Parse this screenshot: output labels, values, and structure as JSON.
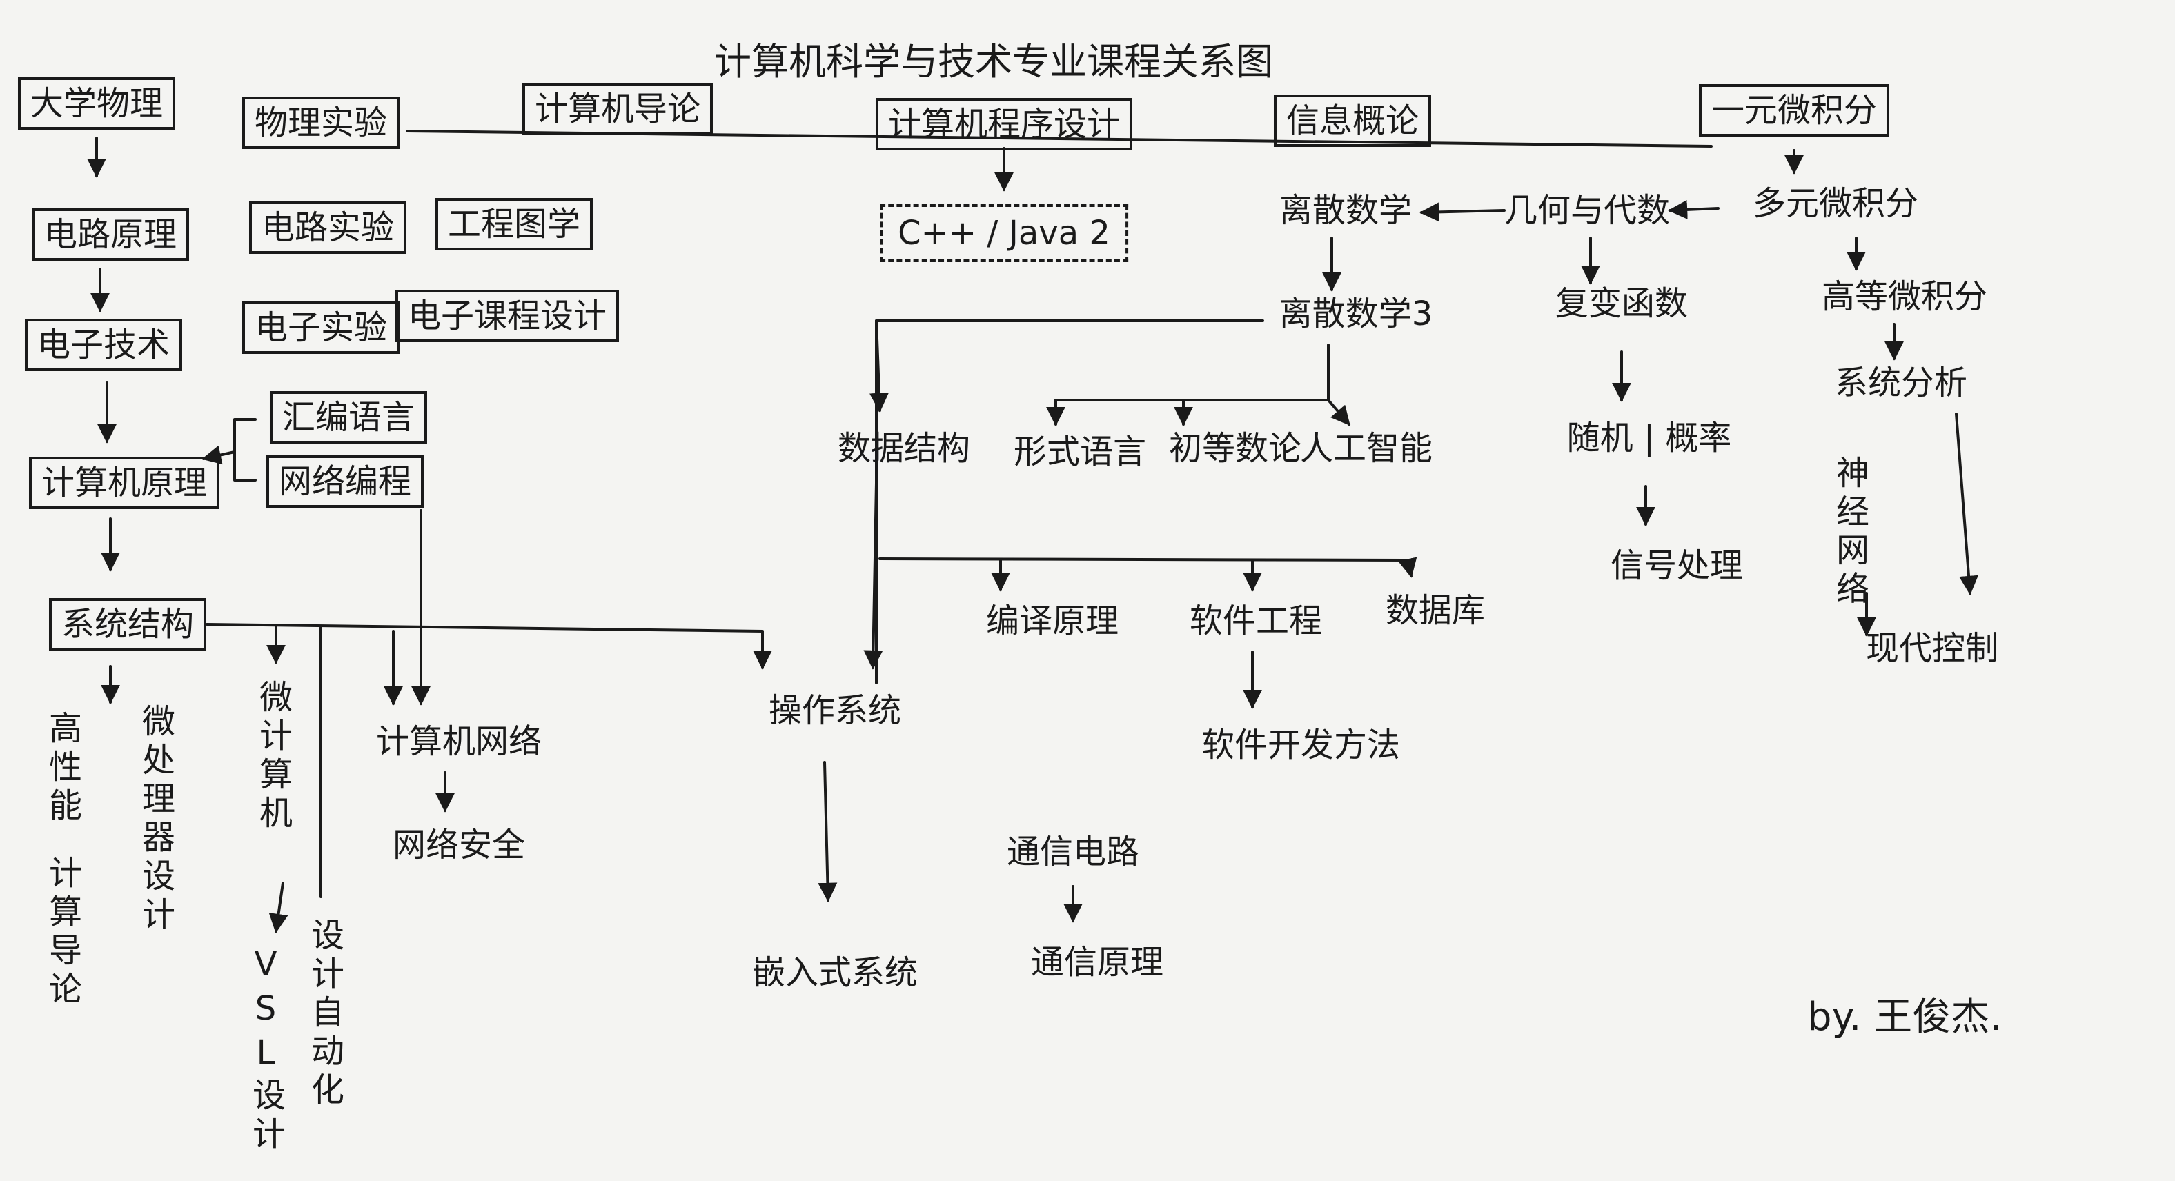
{
  "title": "计算机科学与技术专业课程关系图",
  "signature": "by. 王俊杰.",
  "nodes": {
    "daxue_wuli": "大学物理",
    "wuli_shiyan": "物理实验",
    "jisuanji_daolun": "计算机导论",
    "chengxu_sheji": "计算机程序设计",
    "xinxi_gailun": "信息概论",
    "yiyuan_weijifen": "一元微积分",
    "dianlu_yuanli": "电路原理",
    "dianlu_shiyan": "电路实验",
    "gongcheng_tuxue": "工程图学",
    "dianzi_jishu": "电子技术",
    "dianzi_shiyan": "电子实验",
    "dianzi_kecheng_sheji": "电子课程设计",
    "huibian_yuyan": "汇编语言",
    "wangluo_biancheng": "网络编程",
    "jisuanji_yuanli": "计算机原理",
    "xitong_jiegou": "系统结构",
    "cpp_java": "C++ / Java 2",
    "lisan_shuxue": "离散数学",
    "lisan_shuxue3": "离散数学3",
    "jihe_daishu": "几何与代数",
    "duoyuan_weijifen": "多元微积分",
    "fubian_hanshu": "复变函数",
    "gaodeng_weijifen": "高等微积分",
    "xitong_fenxi": "系统分析",
    "shuju_jiegou": "数据结构",
    "xingshi_yuyan": "形式语言",
    "chudeng_shulun": "初等数论",
    "rengong_zhineng": "人工智能",
    "suiji_gailv": "随机 | 概率",
    "xinhao_chuli": "信号处理",
    "shenjing_wangluo": "神经网络",
    "xiandai_kongzhi": "现代控制",
    "bianyi_yuanli": "编译原理",
    "ruanjian_gongcheng": "软件工程",
    "shujuku": "数据库",
    "ruanjian_kaifa": "软件开发方法",
    "caozuo_xitong": "操作系统",
    "jisuanji_wangluo": "计算机网络",
    "wangluo_anquan": "网络安全",
    "gaoxingneng": "高性能",
    "jisuan_daolun": "计算导论",
    "wei_chuliqi_sheji": "微处理器设计",
    "wei_jisuanji": "微计算机",
    "vsl_sheji": "VSL设计",
    "sheji_zidonghua": "设计自动化",
    "qianru_xitong": "嵌入式系统",
    "tongxin_dianlu": "通信电路",
    "tongxin_yuanli": "通信原理"
  }
}
